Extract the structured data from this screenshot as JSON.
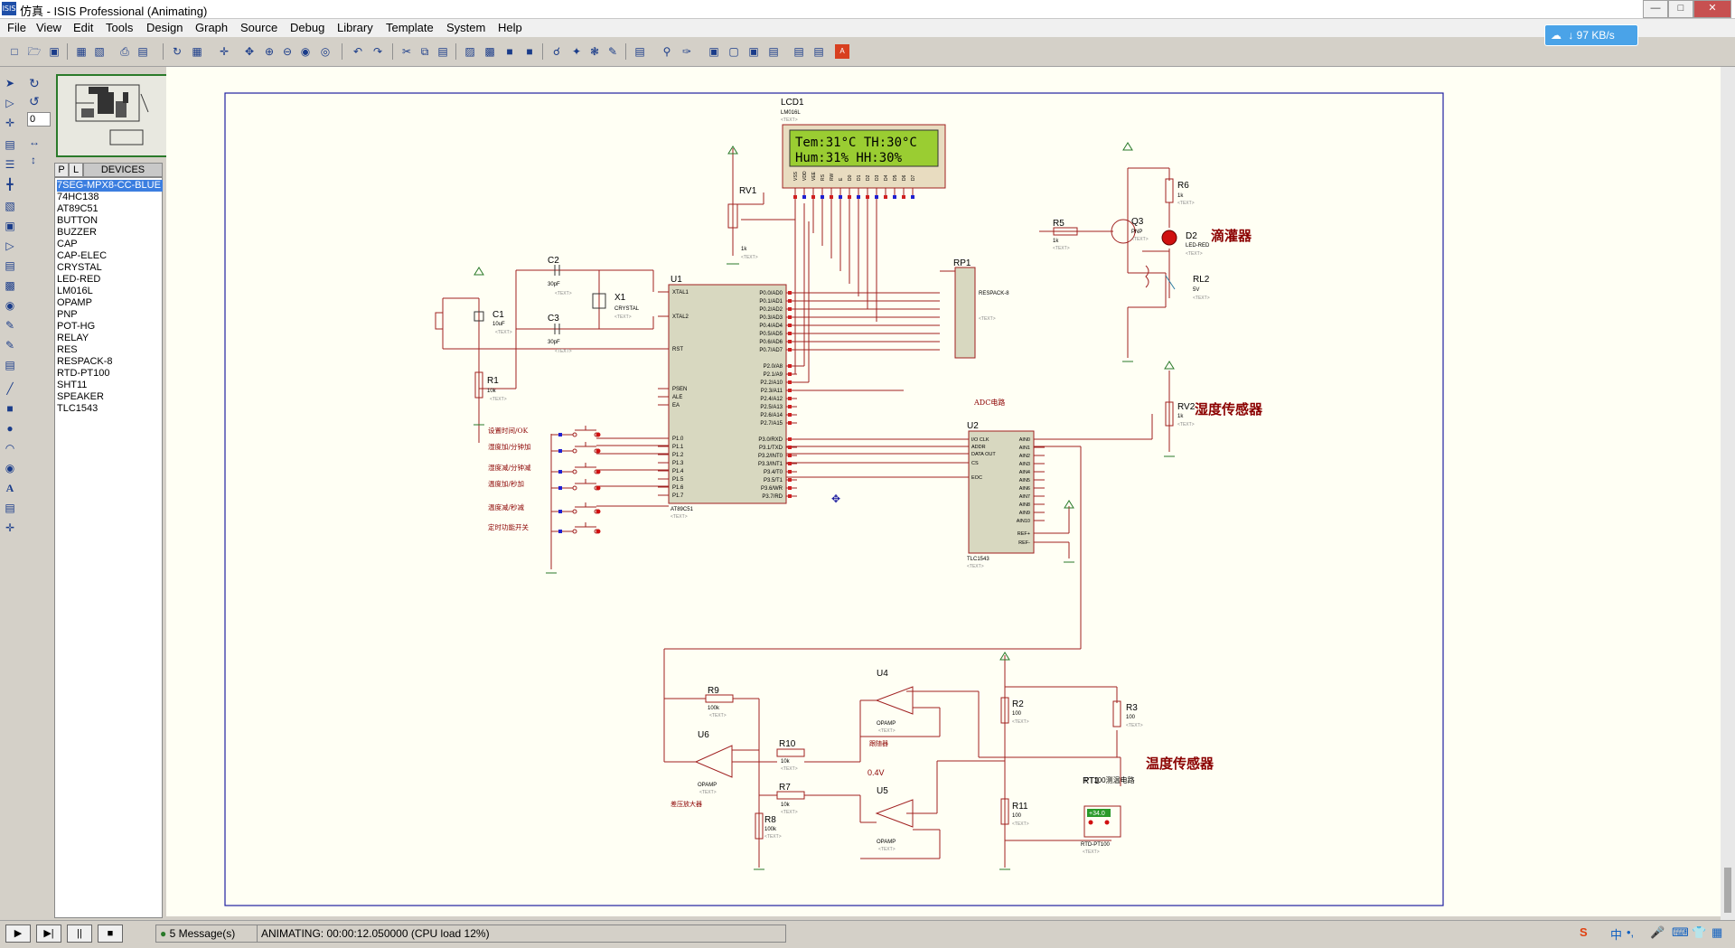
{
  "window": {
    "title": "仿真 - ISIS Professional (Animating)",
    "app_icon": "ISIS"
  },
  "menu": [
    "File",
    "View",
    "Edit",
    "Tools",
    "Design",
    "Graph",
    "Source",
    "Debug",
    "Library",
    "Template",
    "System",
    "Help"
  ],
  "net_speed": "↓ 97 KB/s",
  "panel": {
    "tab_p": "P",
    "tab_l": "L",
    "devices_label": "DEVICES",
    "zoom_value": "0"
  },
  "devices": [
    "7SEG-MPX8-CC-BLUE",
    "74HC138",
    "AT89C51",
    "BUTTON",
    "BUZZER",
    "CAP",
    "CAP-ELEC",
    "CRYSTAL",
    "LED-RED",
    "LM016L",
    "OPAMP",
    "PNP",
    "POT-HG",
    "RELAY",
    "RES",
    "RESPACK-8",
    "RTD-PT100",
    "SHT11",
    "SPEAKER",
    "TLC1543"
  ],
  "lcd": {
    "ref": "LCD1",
    "part": "LM016L",
    "line1": "Tem:31°C  TH:30°C",
    "line2": "Hum:31%   HH:30%",
    "pins": [
      "VSS",
      "VDD",
      "VEE",
      "RS",
      "RW",
      "E",
      "D0",
      "D1",
      "D2",
      "D3",
      "D4",
      "D5",
      "D6",
      "D7"
    ]
  },
  "text_tag": "<TEXT>",
  "labels": {
    "rv1": "RV1",
    "rv1_val": "1k",
    "c2": "C2",
    "c2_val": "30pF",
    "c3": "C3",
    "c3_val": "30pF",
    "x1": "X1",
    "x1_val": "CRYSTAL",
    "c1": "C1",
    "c1_val": "10uF",
    "r1": "R1",
    "r1_val": "10k",
    "u1": "U1",
    "u1_part": "AT89C51",
    "rp1": "RP1",
    "rp1_part": "RESPACK-8",
    "r5": "R5",
    "r5_val": "1k",
    "q3": "Q3",
    "q3_part": "PNP",
    "r6": "R6",
    "r6_val": "1k",
    "d2": "D2",
    "d2_part": "LED-RED",
    "rl2": "RL2",
    "rl2_val": "5V",
    "drip": "滴灌器",
    "rv2": "RV2",
    "rv2_val": "1k",
    "humidity_sensor": "湿度传感器",
    "adc_circuit": "ADC电路",
    "u2": "U2",
    "u2_part": "TLC1543",
    "u4": "U4",
    "u5": "U5",
    "u6": "U6",
    "opamp": "OPAMP",
    "r9": "R9",
    "r9_val": "100k",
    "r10": "R10",
    "r10_val": "10k",
    "r7": "R7",
    "r7_val": "10k",
    "r8": "R8",
    "r8_val": "100k",
    "r2": "R2",
    "r2_val": "100",
    "r3": "R3",
    "r3_val": "100",
    "r11": "R11",
    "r11_val": "100",
    "rt1": "RT1",
    "rt1_part": "RTD-PT100",
    "rt1_reading": "+34.0",
    "follower": "跟随器",
    "v04": "0.4V",
    "diff_amp": "差压放大器",
    "pt100_bridge": "PT100测温电路",
    "temp_sensor": "温度传感器"
  },
  "buttons": [
    "设置时间/OK",
    "湿度加/分钟加",
    "湿度减/分钟减",
    "温度加/秒加",
    "温度减/秒减",
    "定时功能开关"
  ],
  "u1_left_pins": [
    "XTAL1",
    "XTAL2",
    "RST",
    "PSEN",
    "ALE",
    "EA",
    "P1.0",
    "P1.1",
    "P1.2",
    "P1.3",
    "P1.4",
    "P1.5",
    "P1.6",
    "P1.7"
  ],
  "u1_right_pins": [
    "P0.0/AD0",
    "P0.1/AD1",
    "P0.2/AD2",
    "P0.3/AD3",
    "P0.4/AD4",
    "P0.5/AD5",
    "P0.6/AD6",
    "P0.7/AD7",
    "P2.0/A8",
    "P2.1/A9",
    "P2.2/A10",
    "P2.3/A11",
    "P2.4/A12",
    "P2.5/A13",
    "P2.6/A14",
    "P2.7/A15",
    "P3.0/RXD",
    "P3.1/TXD",
    "P3.2/INT0",
    "P3.3/INT1",
    "P3.4/T0",
    "P3.5/T1",
    "P3.6/WR",
    "P3.7/RD"
  ],
  "u2_left_pins": [
    "I/O CLK",
    "ADDR",
    "DATA OUT",
    "CS",
    "EOC"
  ],
  "u2_right_pins": [
    "AIN0",
    "AIN1",
    "AIN2",
    "AIN3",
    "AIN4",
    "AIN5",
    "AIN6",
    "AIN7",
    "AIN8",
    "AIN9",
    "AIN10",
    "REF+",
    "REF-"
  ],
  "status": {
    "messages": "5 Message(s)",
    "animating": "ANIMATING: 00:00:12.050000 (CPU load 12%)"
  },
  "tray": {
    "ime": "中",
    "punct": "•,"
  }
}
